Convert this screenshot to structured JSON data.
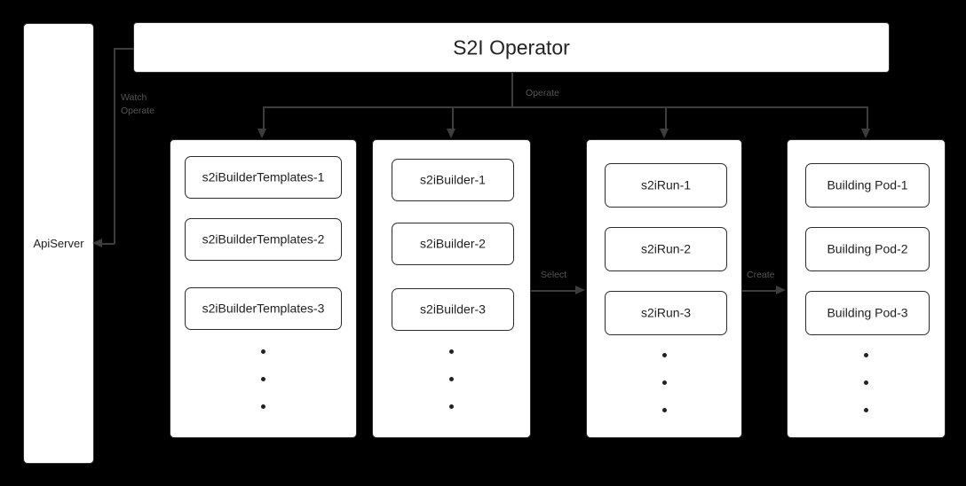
{
  "diagram": {
    "title": "S2I Operator",
    "background_color": "#000000",
    "box_fill": "#ffffff",
    "box_border": "#2b2b2b",
    "edge_color": "#3d3d3d",
    "edge_label_color": "#565656"
  },
  "operator": {
    "label": "S2I Operator"
  },
  "apiserver": {
    "label": "ApiServer"
  },
  "edges": {
    "watch_operate": {
      "line1": "Watch",
      "line2": "Operate"
    },
    "operate": {
      "label": "Operate"
    },
    "select": {
      "label": "Select"
    },
    "create": {
      "label": "Create"
    }
  },
  "columns": [
    {
      "name": "s2ibuildertemplates",
      "items": [
        {
          "label": "s2iBuilderTemplates-1"
        },
        {
          "label": "s2iBuilderTemplates-2"
        },
        {
          "label": "s2iBuilderTemplates-3"
        }
      ],
      "ellipsis": "..."
    },
    {
      "name": "s2ibuilders",
      "items": [
        {
          "label": "s2iBuilder-1"
        },
        {
          "label": "s2iBuilder-2"
        },
        {
          "label": "s2iBuilder-3"
        }
      ],
      "ellipsis": "..."
    },
    {
      "name": "s2iruns",
      "items": [
        {
          "label": "s2iRun-1"
        },
        {
          "label": "s2iRun-2"
        },
        {
          "label": "s2iRun-3"
        }
      ],
      "ellipsis": "..."
    },
    {
      "name": "building-pods",
      "items": [
        {
          "label": "Building Pod-1"
        },
        {
          "label": "Building Pod-2"
        },
        {
          "label": "Building Pod-3"
        }
      ],
      "ellipsis": "..."
    }
  ]
}
